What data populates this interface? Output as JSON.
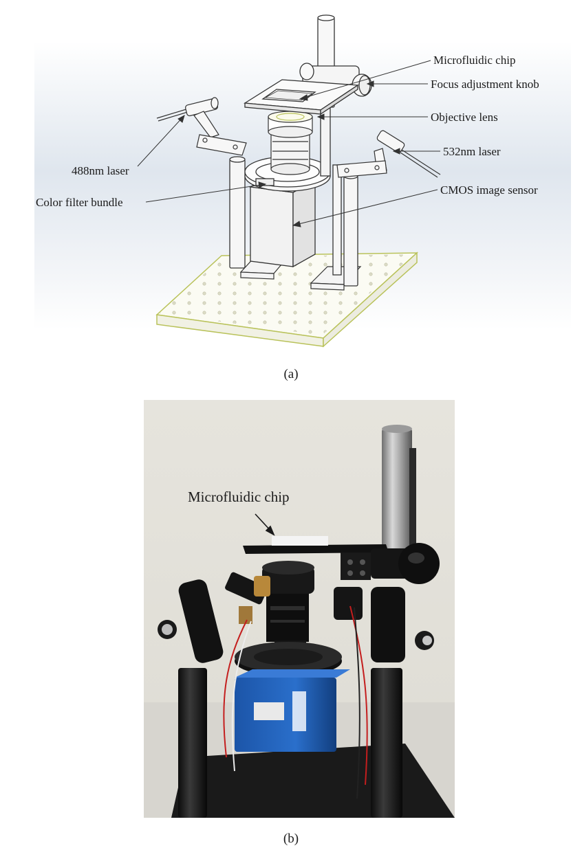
{
  "figure": {
    "panel_a": {
      "caption": "(a)",
      "labels": {
        "microfluidic_chip": "Microfluidic chip",
        "focus_knob": "Focus adjustment knob",
        "objective_lens": "Objective lens",
        "laser_532": "532nm laser",
        "laser_488": "488nm laser",
        "cmos_sensor": "CMOS image sensor",
        "color_filter": "Color filter bundle"
      }
    },
    "panel_b": {
      "caption": "(b)",
      "labels": {
        "microfluidic_chip": "Microfluidic chip"
      }
    }
  },
  "colors": {
    "line": "#333333",
    "board_edge": "#b9c25a",
    "camera_blue": "#1d5fb4",
    "photo_wall": "#e9e7e1"
  }
}
